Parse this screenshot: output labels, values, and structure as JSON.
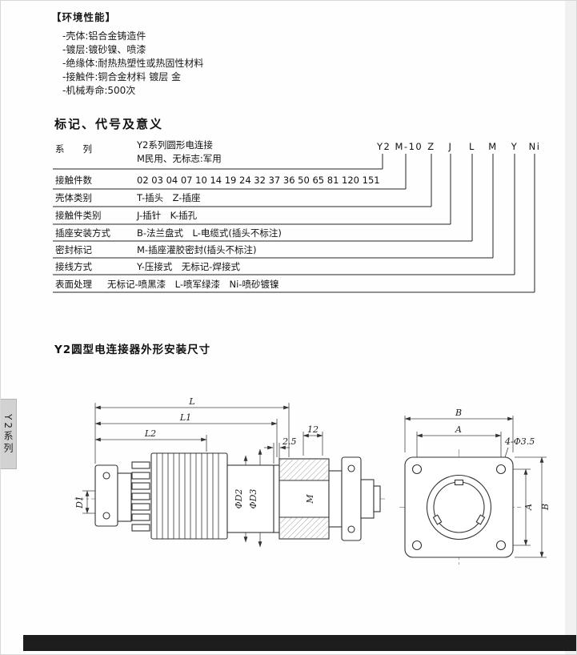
{
  "colors": {
    "footer_bar": "#1d1d1d",
    "side_tab_bg": "#d2d2d2",
    "table_line": "#222222"
  },
  "env": {
    "title": "【环境性能】",
    "items": [
      "-壳体:铝合金铸造件",
      "-镀层:镀砂镍、喷漆",
      "-绝缘体:耐热热塑性或热固性材料",
      "-接触件:铜合金材料 镀层 金",
      "-机械寿命:500次"
    ]
  },
  "marking": {
    "title": "标记、代号及意义",
    "code": {
      "series": "Y2 M-10",
      "shell": "Z",
      "contact": "J",
      "mount": "L",
      "seal": "M",
      "wire": "Y",
      "finish": "Ni"
    },
    "rows": [
      {
        "label": "系　　列",
        "content": "Y2系列圆形电连接",
        "content2": "M民用、无标志:军用"
      },
      {
        "label": "接触件数",
        "content": "02 03 04 07 10 14 19 24 32 37 36 50 65 81 120 151"
      },
      {
        "label": "壳体类别",
        "content": "T-插头　Z-插座"
      },
      {
        "label": "接触件类别",
        "content": "J-插针　K-插孔"
      },
      {
        "label": "插座安装方式",
        "content": "B-法兰盘式　L-电缆式(插头不标注)"
      },
      {
        "label": "密封标记",
        "content": "M-插座灌胶密封(插头不标注)"
      },
      {
        "label": "接线方式",
        "content": "Y-压接式　无标记-焊接式"
      },
      {
        "label": "表面处理",
        "content": "无标记-喷黑漆　L-喷军绿漆　Ni-喷砂镀镍"
      }
    ]
  },
  "drawing": {
    "title": "Y2圆型电连接器外形安装尺寸",
    "dims": {
      "L": "L",
      "L1": "L1",
      "L2": "L2",
      "D1": "D1",
      "D2": "ΦD2",
      "D3": "ΦD3",
      "M": "M",
      "gap": "2.5",
      "len12": "12",
      "A": "A",
      "B": "B",
      "holes": "4-Φ3.5"
    }
  },
  "side_tab": "Y2系列"
}
